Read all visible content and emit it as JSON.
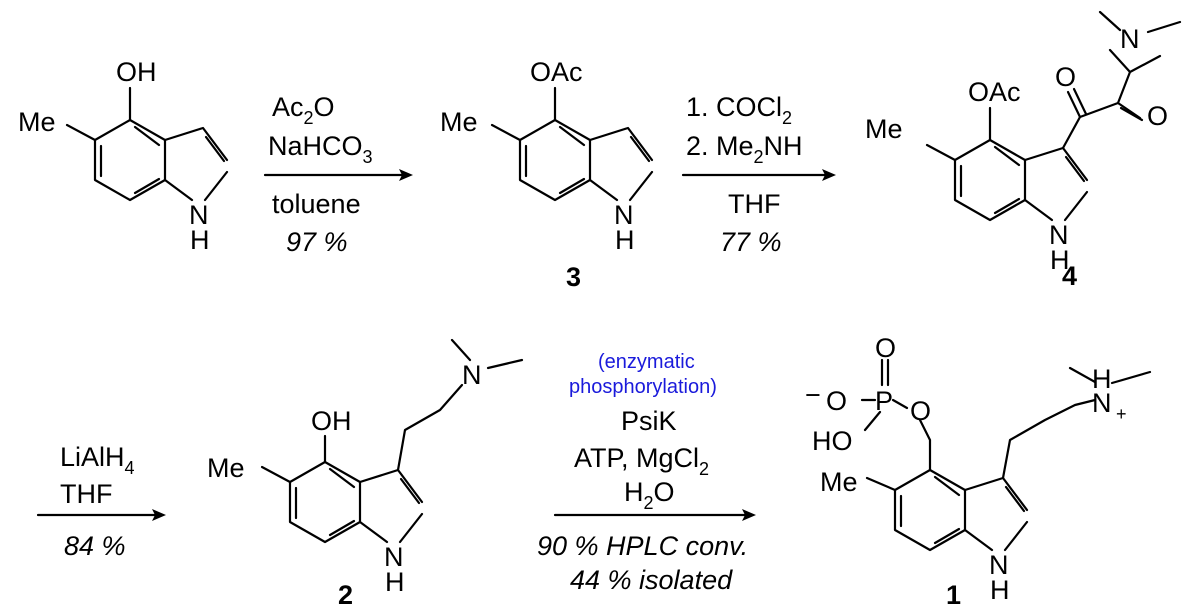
{
  "compounds": {
    "start": {
      "oh": "OH",
      "me": "Me",
      "nh_n": "N",
      "nh_h": "H"
    },
    "c3": {
      "label": "3",
      "oac": "OAc",
      "me": "Me",
      "nh_n": "N",
      "nh_h": "H"
    },
    "c4": {
      "label": "4",
      "oac": "OAc",
      "me": "Me",
      "o1": "O",
      "o2": "O",
      "n_amide": "N",
      "nh_n": "N",
      "nh_h": "H"
    },
    "c2": {
      "label": "2",
      "oh": "OH",
      "me": "Me",
      "n_amine": "N",
      "nh_n": "N",
      "nh_h": "H"
    },
    "c1": {
      "label": "1",
      "minus": "−",
      "o_top": "O",
      "o_left": "O",
      "p": "P",
      "o_right": "O",
      "ho": "HO",
      "me": "Me",
      "n_amm": "N",
      "h_amm": "H",
      "plus": "+",
      "nh_n": "N",
      "nh_h": "H"
    }
  },
  "steps": {
    "step1": {
      "reagent1_main": "Ac",
      "reagent1_sub": "2",
      "reagent1_tail": "O",
      "reagent2_main": "NaHCO",
      "reagent2_sub": "3",
      "solvent": "toluene",
      "yield": "97 %"
    },
    "step2": {
      "reagent1_main": "1. COCl",
      "reagent1_sub": "2",
      "reagent2_main": "2. Me",
      "reagent2_sub": "2",
      "reagent2_tail": "NH",
      "solvent": "THF",
      "yield": "77 %"
    },
    "step3": {
      "reagent1_main": "LiAlH",
      "reagent1_sub": "4",
      "solvent": "THF",
      "yield": "84 %"
    },
    "step4": {
      "note_line1": "(enzymatic",
      "note_line2": "phosphorylation)",
      "enzyme": "PsiK",
      "cofactor_main": "ATP,  MgCl",
      "cofactor_sub": "2",
      "water_main": "H",
      "water_sub": "2",
      "water_tail": "O",
      "conv": "90 % HPLC conv.",
      "isolated": "44 % isolated"
    }
  }
}
